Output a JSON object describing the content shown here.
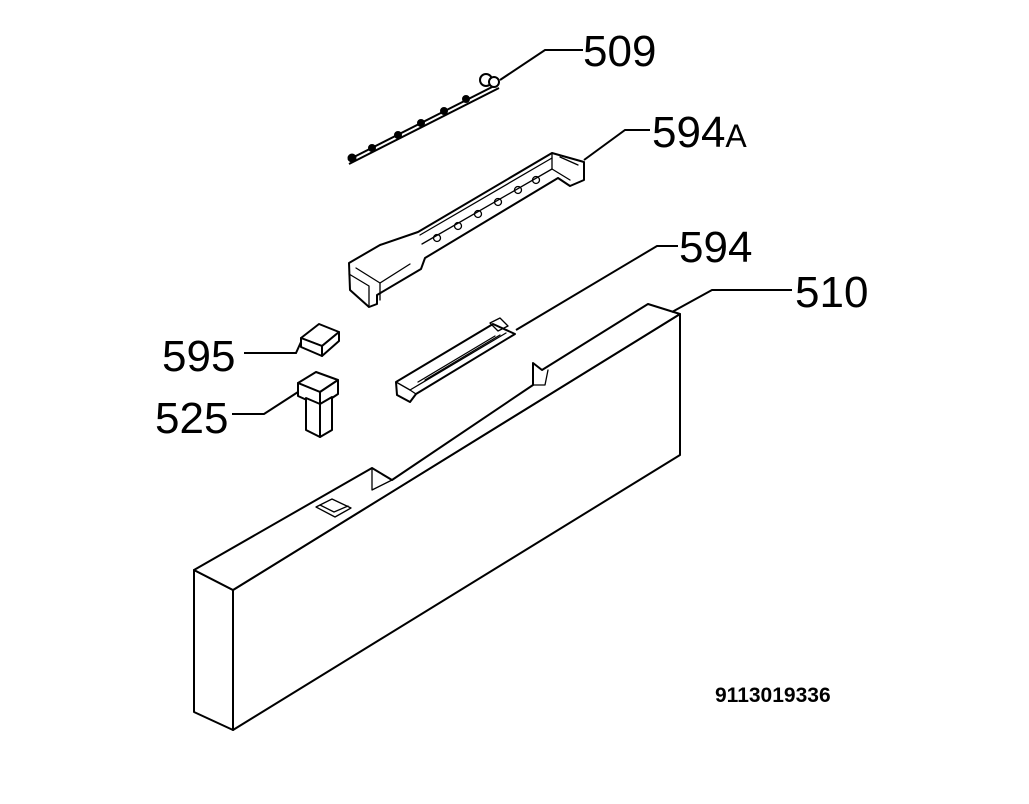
{
  "diagram": {
    "callouts": [
      {
        "id": "509",
        "label": "509",
        "suffix": ""
      },
      {
        "id": "594A",
        "label": "594",
        "suffix": "A"
      },
      {
        "id": "594",
        "label": "594",
        "suffix": ""
      },
      {
        "id": "510",
        "label": "510",
        "suffix": ""
      },
      {
        "id": "595",
        "label": "595",
        "suffix": ""
      },
      {
        "id": "525",
        "label": "525",
        "suffix": ""
      }
    ],
    "document_number": "9113019336"
  }
}
